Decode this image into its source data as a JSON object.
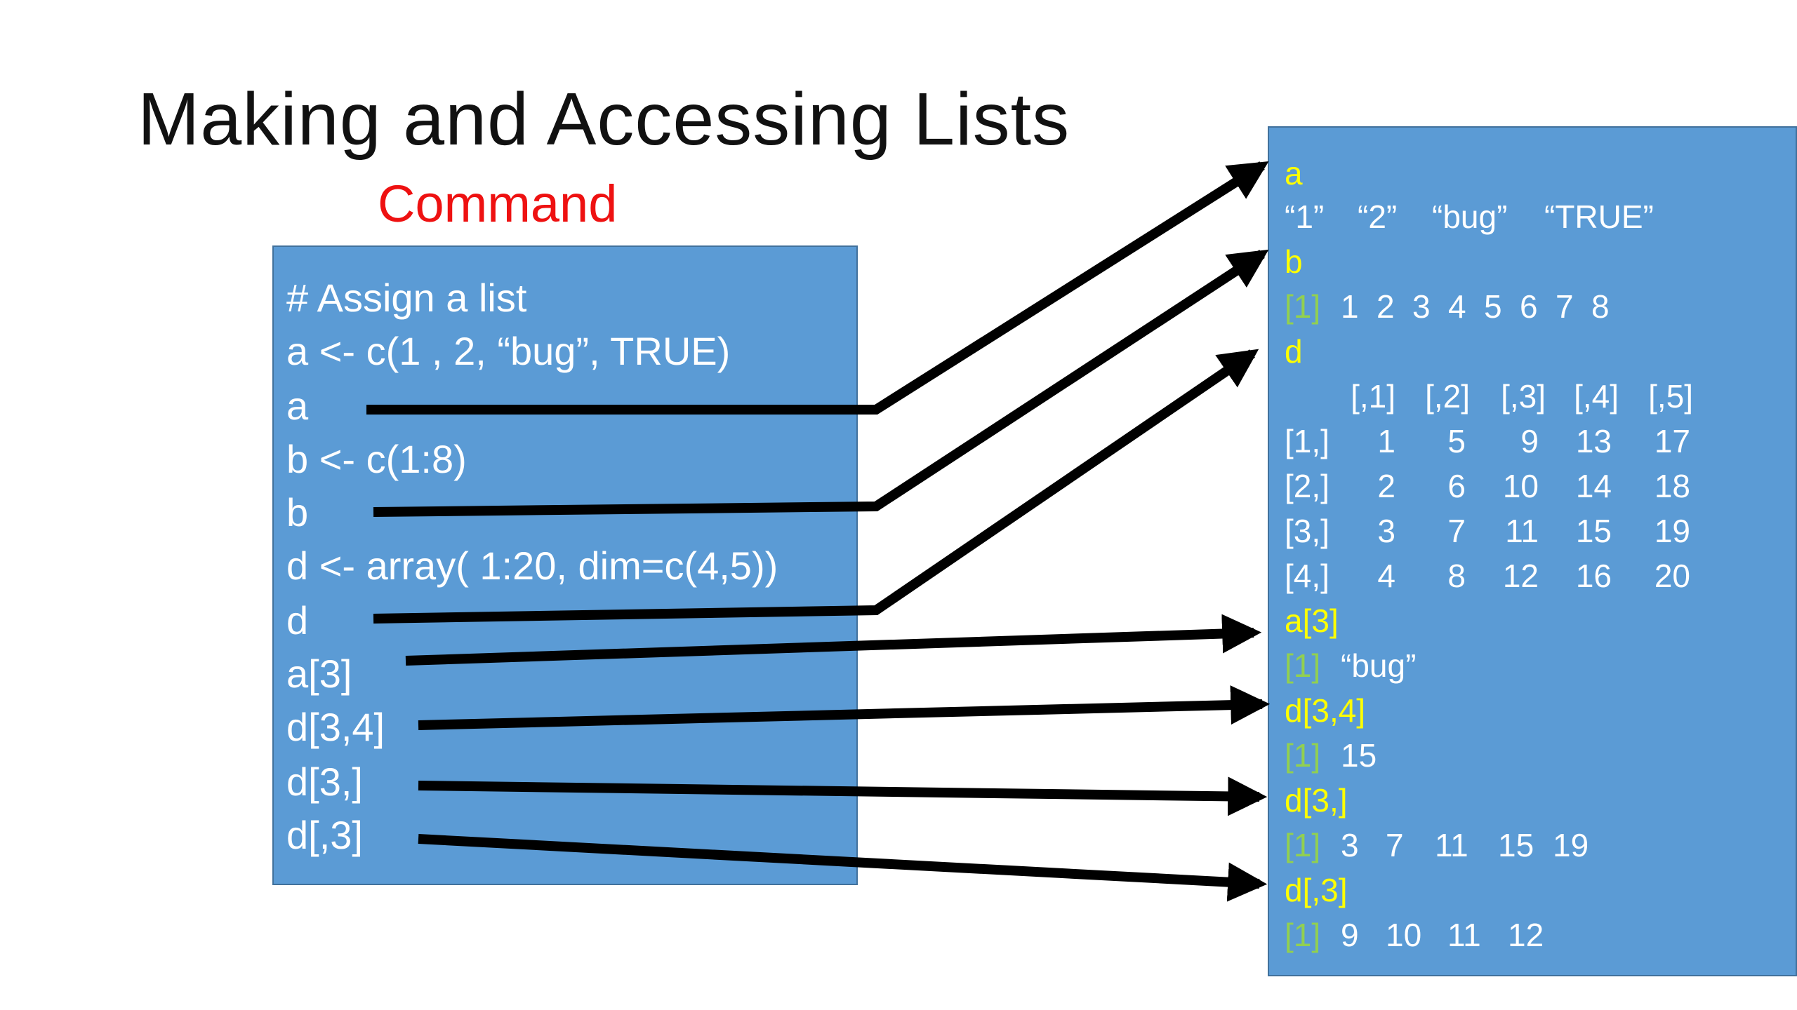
{
  "slide": {
    "title": "Making and Accessing Lists",
    "subtitle": "Command"
  },
  "commands": [
    "# Assign a list",
    "a <- c(1 , 2, “bug”, TRUE)",
    "a",
    "b <- c(1:8)",
    "b",
    "d <- array( 1:20, dim=c(4,5))",
    "d",
    "a[3]",
    "d[3,4]",
    "d[3,]",
    "d[,3]"
  ],
  "output": {
    "a_label": "a",
    "a_values": [
      "“1”",
      "“2”",
      "“bug”",
      "“TRUE”"
    ],
    "b_label": "b",
    "index_marker": "[1]",
    "b_values": [
      "1",
      "2",
      "3",
      "4",
      "5",
      "6",
      "7",
      "8"
    ],
    "d_label": "d",
    "d_col_headers": [
      "[,1]",
      "[,2]",
      "[,3]",
      "[,4]",
      "[,5]"
    ],
    "d_rows": [
      {
        "row_header": "[1,]",
        "values": [
          "1",
          "5",
          "9",
          "13",
          "17"
        ]
      },
      {
        "row_header": "[2,]",
        "values": [
          "2",
          "6",
          "10",
          "14",
          "18"
        ]
      },
      {
        "row_header": "[3,]",
        "values": [
          "3",
          "7",
          "11",
          "15",
          "19"
        ]
      },
      {
        "row_header": "[4,]",
        "values": [
          "4",
          "8",
          "12",
          "16",
          "20"
        ]
      }
    ],
    "a3_label": "a[3]",
    "a3_values": [
      "“bug”"
    ],
    "d34_label": "d[3,4]",
    "d34_values": [
      "15"
    ],
    "d3r_label": "d[3,]",
    "d3r_values": [
      "3",
      "7",
      "11",
      "15",
      "19"
    ],
    "d3c_label": "d[,3]",
    "d3c_values": [
      "9",
      "10",
      "11",
      "12"
    ]
  },
  "colors": {
    "panel_fill": "#5b9bd5",
    "command_title": "#ee1111",
    "output_label": "#ffff00",
    "index_marker": "#92d050",
    "arrow": "#000000"
  }
}
